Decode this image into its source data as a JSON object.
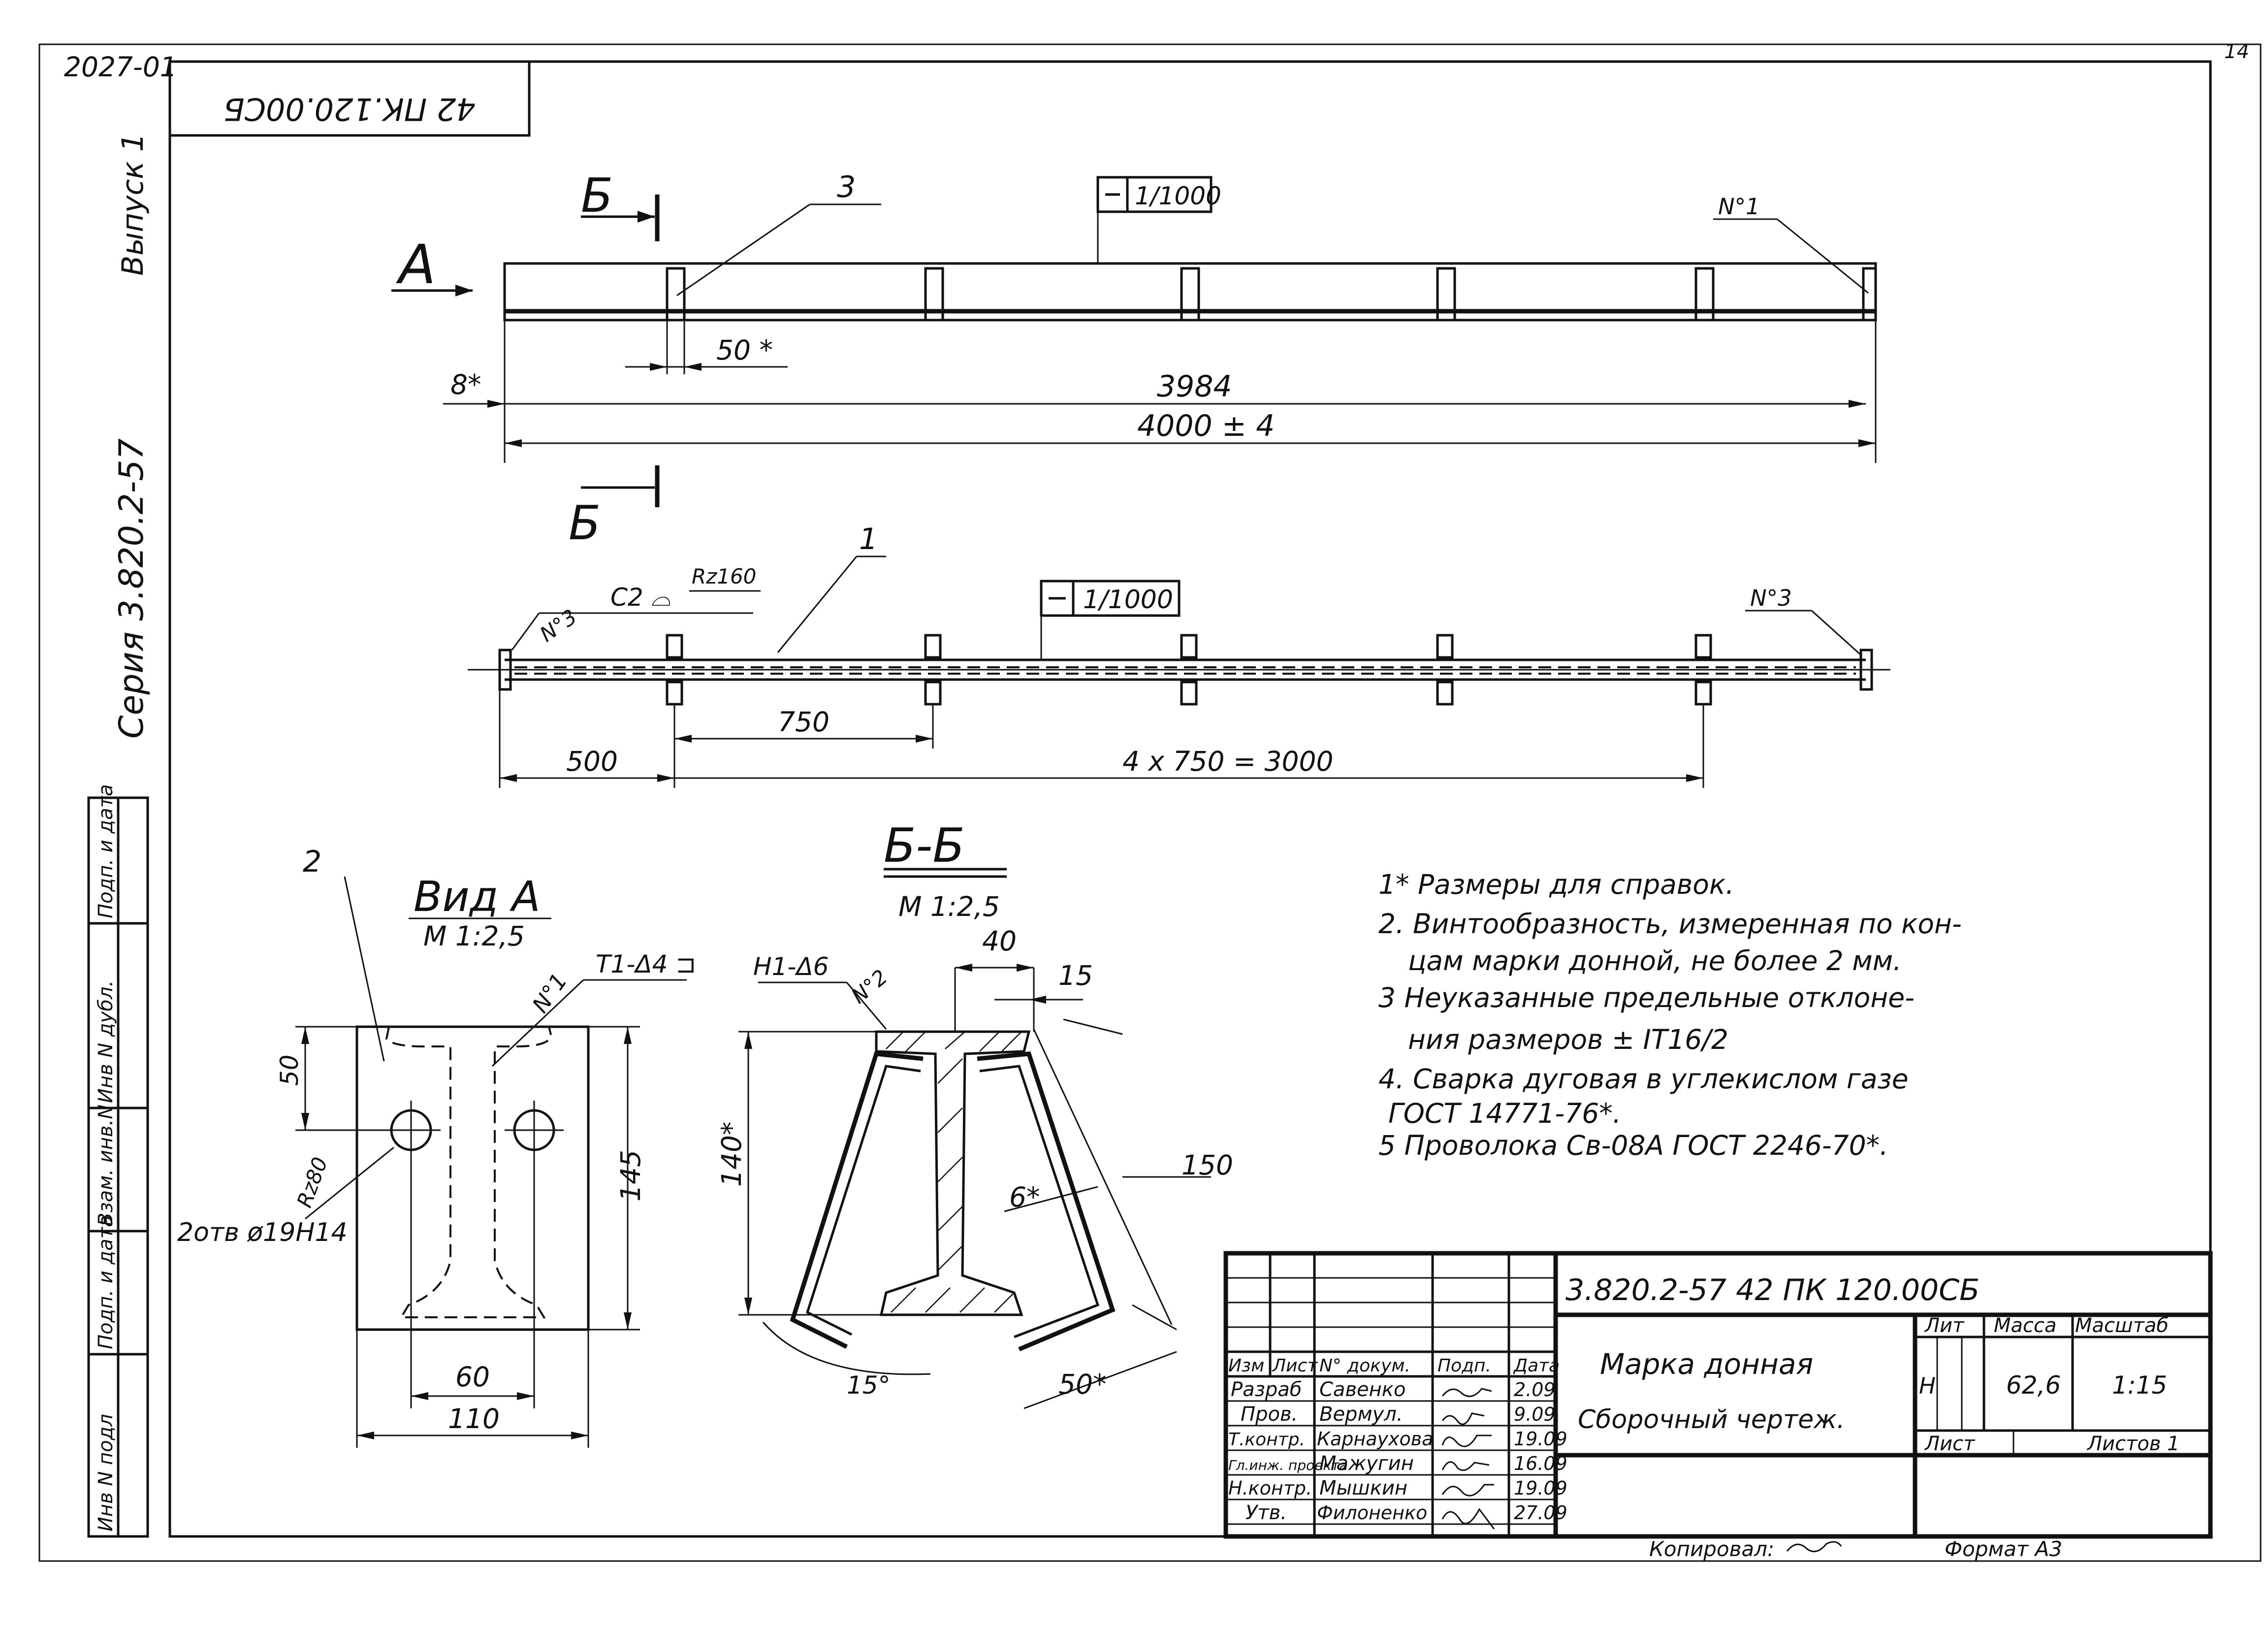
{
  "sheet": {
    "corner_code": "2027-01",
    "page_number": "14",
    "rotated_code": "42 ПК.120.00СБ",
    "side_issue": "Выпуск 1",
    "side_series": "Серия 3.820.2-57",
    "side_cells": [
      "Инв N подл",
      "Подп. и дата",
      "Взам. инв.N",
      "Инв N дубл.",
      "Подп. и дата"
    ]
  },
  "top_view": {
    "view_label": "А",
    "section_mark": "Б",
    "part_callout": "3",
    "straightness": "1/1000",
    "weld_note": "N°1",
    "dim_offset": "8*",
    "dim_pitch": "50 *",
    "dim_inner": "3984",
    "dim_total": "4000 ± 4"
  },
  "bottom_view": {
    "part_callout": "1",
    "surface_note": "С2 ⌓",
    "roughness": "Rz160",
    "straightness": "1/1000",
    "weld_left": "N°3",
    "weld_right": "N°3",
    "dim_start": "500",
    "dim_pitch": "750",
    "dim_total": "4 x 750 = 3000"
  },
  "view_a": {
    "title": "Вид А",
    "scale": "М 1:2,5",
    "part_callout": "2",
    "weld_note": "N°1",
    "weld_symbol": "Т1-Δ4 ⊐",
    "dim_top": "50",
    "dim_height": "145",
    "dim_holes_spacing": "60",
    "dim_width": "110",
    "roughness": "Rz80",
    "holes_note": "2отв ø19Н14"
  },
  "section_bb": {
    "title": "Б-Б",
    "scale": "М 1:2,5",
    "weld_symbol": "Н1-Δ6",
    "weld_note": "N°2",
    "dim_flange": "40",
    "dim_gap": "15",
    "dim_height": "140*",
    "dim_length": "150",
    "dim_thickness": "6*",
    "dim_angle": "15°",
    "dim_end": "50*"
  },
  "notes": [
    "1* Размеры для справок.",
    "2. Винтообразность, измеренная по кон-",
    "цам марки донной, не более 2 мм.",
    "3 Неуказанные предельные отклоне-",
    "ния размеров ± IT16/2",
    "4. Сварка дуговая в углекислом газе",
    "ГОСТ 14771-76*.",
    "5 Проволока Св-08А ГОСТ 2246-70*."
  ],
  "title_block": {
    "designation": "3.820.2-57    42 ПК 120.00СБ",
    "name_line1": "Марка донная",
    "name_line2": "Сборочный чертеж.",
    "col_headers": [
      "Изм",
      "Лист",
      "N° докум.",
      "Подп.",
      "Дата"
    ],
    "rows": [
      {
        "role": "Разраб",
        "name": "Савенко",
        "date": "2.09"
      },
      {
        "role": "Пров.",
        "name": "Вермул.",
        "date": "9.09"
      },
      {
        "role": "Т.контр.",
        "name": "Карнаухова",
        "date": "19.09"
      },
      {
        "role": "Гл.инж. проекта",
        "name": "Мажугин",
        "date": "16.09"
      },
      {
        "role": "Н.контр.",
        "name": "Мышкин",
        "date": "19.09"
      },
      {
        "role": "Утв.",
        "name": "Филоненко",
        "date": "27.09"
      }
    ],
    "lit_label": "Лит",
    "mass_label": "Масса",
    "scale_label": "Масштаб",
    "lit_value": "Н",
    "mass_value": "62,6",
    "scale_value": "1:15",
    "sheet_label": "Лист",
    "sheets_label": "Листов 1"
  },
  "footer": {
    "copied": "Копировал: ",
    "format": "Формат А3"
  }
}
